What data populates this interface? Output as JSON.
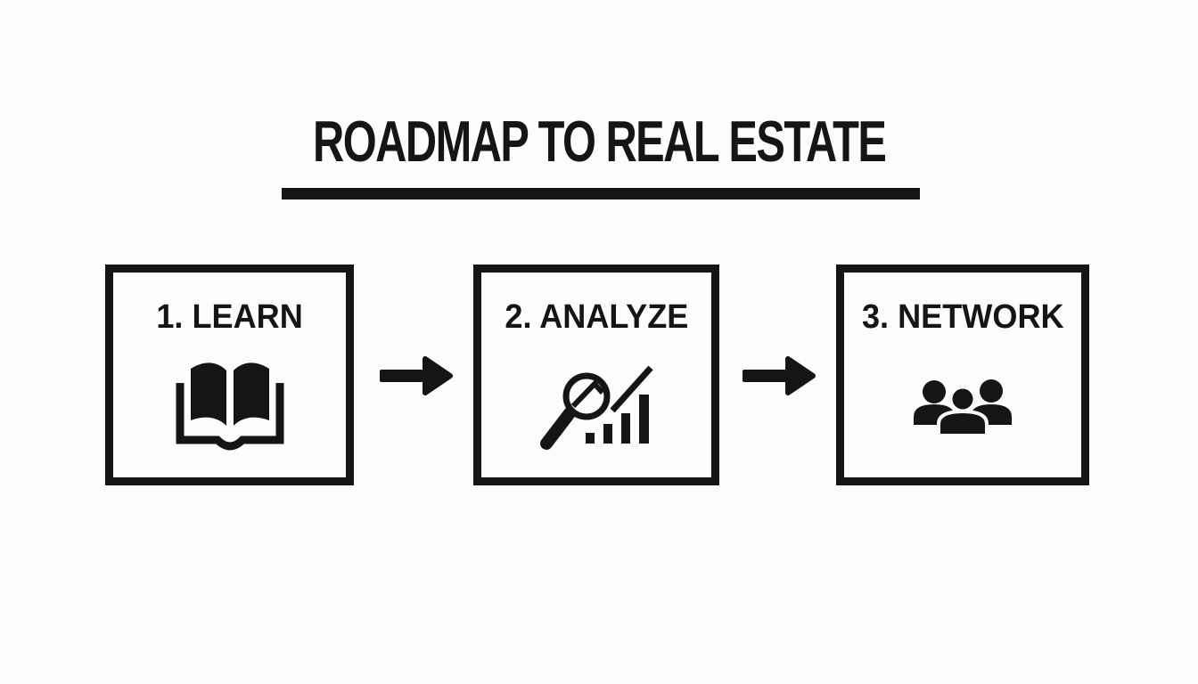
{
  "title": {
    "text": "ROADMAP TO REAL ESTATE"
  },
  "colors": {
    "ink": "#151515",
    "background": "#fcfcfb"
  },
  "steps": [
    {
      "label": "1. LEARN",
      "icon": "open-book-icon"
    },
    {
      "label": "2. ANALYZE",
      "icon": "magnifier-trend-chart-icon"
    },
    {
      "label": "3. NETWORK",
      "icon": "people-group-icon"
    }
  ],
  "connectors": [
    {
      "icon": "arrow-right-icon"
    },
    {
      "icon": "arrow-right-icon"
    }
  ]
}
